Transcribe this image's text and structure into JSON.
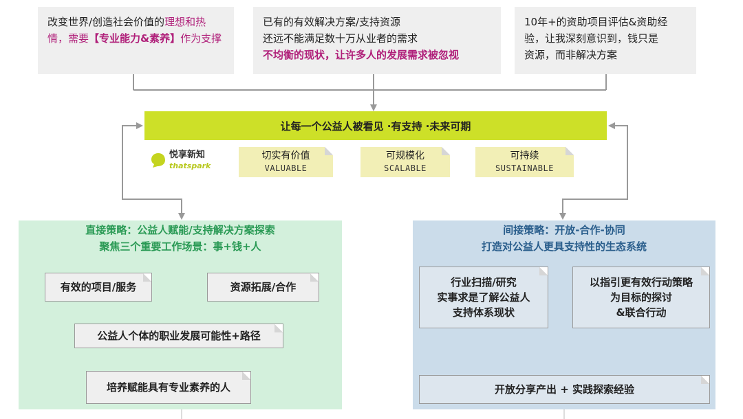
{
  "top": {
    "box1": {
      "part1": "改变世界/创造社会价值的",
      "highlight1": "理想和热情，需要",
      "highlight2": "【专业能力&素养】",
      "part2": "作为支撑"
    },
    "box2": {
      "line1": "已有的有效解决方案/支持资源",
      "line2": "还远不能满足数十万从业者的需求",
      "line3": "不均衡的现状，让许多人的发展需求被忽视"
    },
    "box3": {
      "line1": "10年+的资助项目评估&资助经",
      "line2": "验，让我深刻意识到，钱只是",
      "line3": "资源，而非解决方案"
    }
  },
  "mission": "让每一个公益人被看见 ·有支持 ·未来可期",
  "logo": {
    "cn": "悦享新知",
    "en": "thatspark"
  },
  "values": [
    {
      "cn": "切实有价值",
      "en": "VALUABLE"
    },
    {
      "cn": "可规模化",
      "en": "SCALABLE"
    },
    {
      "cn": "可持续",
      "en": "SUSTAINABLE"
    }
  ],
  "left_panel": {
    "title1": "直接策略：公益人赋能/支持解决方案探索",
    "title2": "聚焦三个重要工作场景：事+钱+人",
    "cards": {
      "projects": "有效的项目/服务",
      "resources": "资源拓展/合作",
      "career": "公益人个体的职业发展可能性+路径",
      "people": "培养赋能具有专业素养的人"
    }
  },
  "right_panel": {
    "title1": "间接策略：开放-合作-协同",
    "title2": "打造对公益人更具支持性的生态系统",
    "cards": {
      "research_l1": "行业扫描/研究",
      "research_l2": "实事求是了解公益人",
      "research_l3": "支持体系现状",
      "action_l1": "以指引更有效行动策略",
      "action_l2": "为目标的探讨",
      "action_l3": "&联合行动",
      "share": "开放分享产出 + 实践探索经验"
    }
  },
  "colors": {
    "mission": "#cde028",
    "left_panel": "#d3f0dc",
    "right_panel": "#cbdcea",
    "highlight": "#b0207a"
  }
}
